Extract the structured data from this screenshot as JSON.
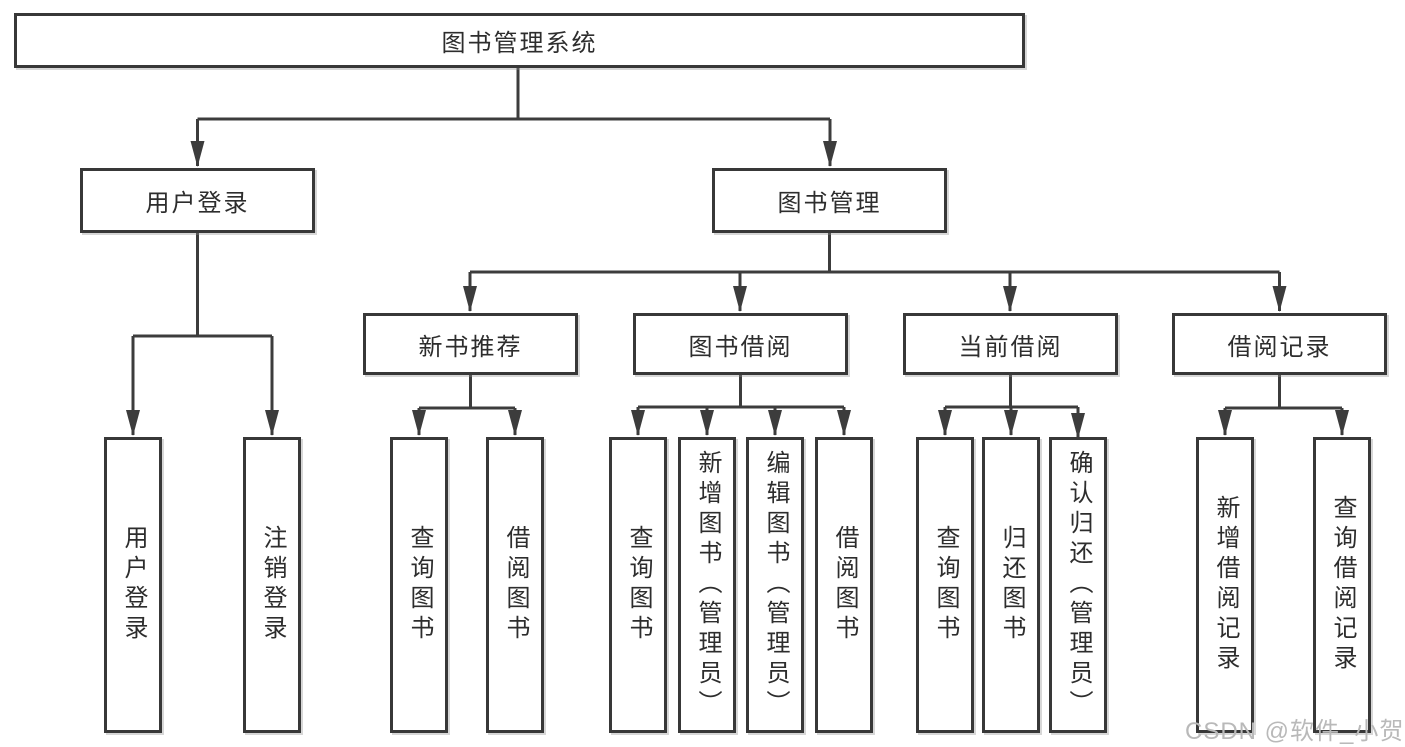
{
  "tree": {
    "label": "图书管理系统",
    "children": [
      {
        "label": "用户登录",
        "children": [
          {
            "label": "用户登录"
          },
          {
            "label": "注销登录"
          }
        ]
      },
      {
        "label": "图书管理",
        "children": [
          {
            "label": "新书推荐",
            "children": [
              {
                "label": "查询图书"
              },
              {
                "label": "借阅图书"
              }
            ]
          },
          {
            "label": "图书借阅",
            "children": [
              {
                "label": "查询图书"
              },
              {
                "label": "新增图书（管理员）"
              },
              {
                "label": "编辑图书（管理员）"
              },
              {
                "label": "借阅图书"
              }
            ]
          },
          {
            "label": "当前借阅",
            "children": [
              {
                "label": "查询图书"
              },
              {
                "label": "归还图书"
              },
              {
                "label": "确认归还（管理员）"
              }
            ]
          },
          {
            "label": "借阅记录",
            "children": [
              {
                "label": "新增借阅记录"
              },
              {
                "label": "查询借阅记录"
              }
            ]
          }
        ]
      }
    ]
  },
  "watermark": "CSDN @软件_小贺同学",
  "colors": {
    "line": "#3c3c3c",
    "box_border": "#383838",
    "text": "#2d2d2d",
    "watermark": "#b9b9b9",
    "background": "#ffffff"
  }
}
